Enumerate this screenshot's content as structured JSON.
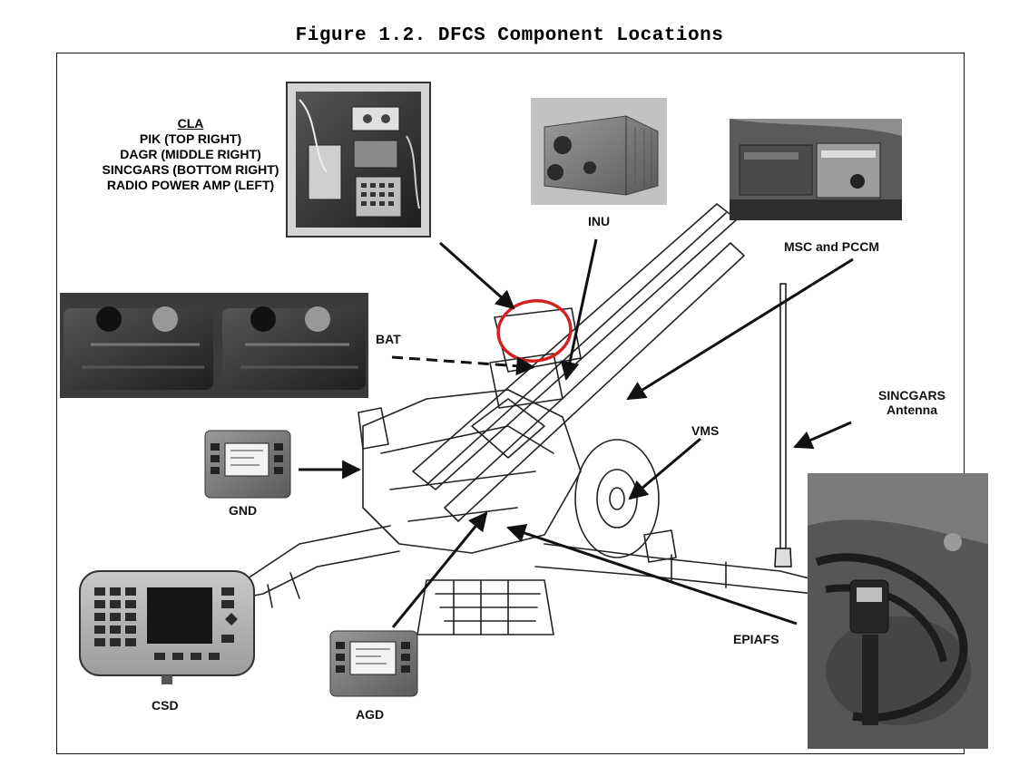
{
  "figure": {
    "title": "Figure 1.2.  DFCS Component Locations"
  },
  "cla_block": {
    "heading": "CLA",
    "lines": [
      "PIK (TOP RIGHT)",
      "DAGR (MIDDLE RIGHT)",
      "SINCGARS (BOTTOM RIGHT)",
      "RADIO POWER AMP (LEFT)"
    ]
  },
  "labels": {
    "inu": "INU",
    "msc_pccm": "MSC and PCCM",
    "bat": "BAT",
    "sincgars_antenna_1": "SINCGARS",
    "sincgars_antenna_2": "Antenna",
    "vms": "VMS",
    "gnd": "GND",
    "epiafs": "EPIAFS",
    "csd": "CSD",
    "agd": "AGD"
  },
  "colors": {
    "highlight_circle": "#d62020",
    "line": "#111111",
    "photo_dark": "#3a3a3a",
    "photo_mid": "#7a7a7a",
    "photo_light": "#b8b8b8"
  },
  "icons": {
    "cla_photo": "cla-box-photo-icon",
    "inu_photo": "inu-unit-photo-icon",
    "msc_photo": "msc-pccm-photo-icon",
    "bat_photo": "battery-photo-icon",
    "gnd_photo": "gnd-display-photo-icon",
    "csd_photo": "csd-display-photo-icon",
    "agd_photo": "agd-display-photo-icon",
    "epiafs_photo": "epiafs-photo-icon",
    "howitzer": "howitzer-outline-icon"
  }
}
